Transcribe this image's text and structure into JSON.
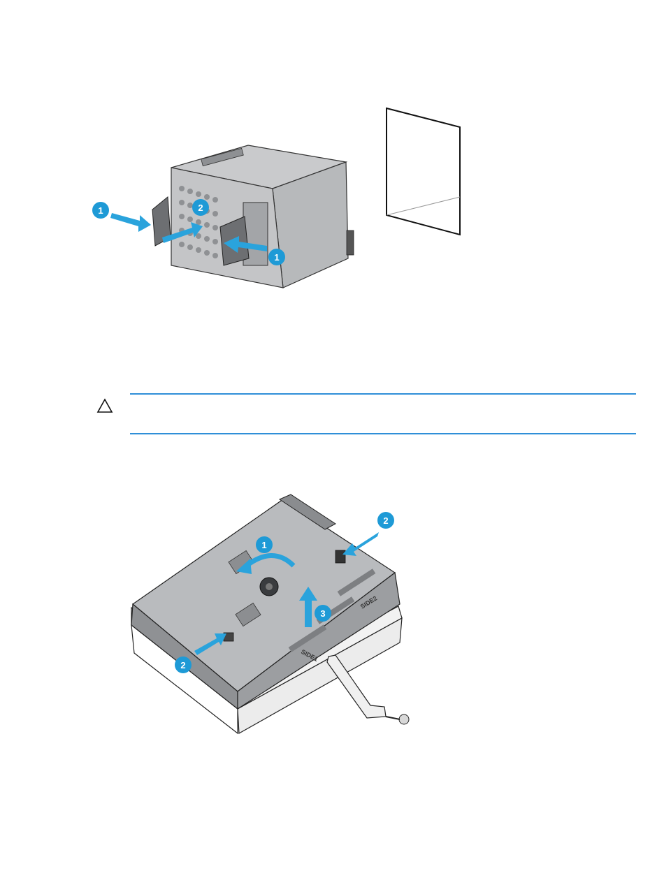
{
  "figure1": {
    "callouts": [
      "1",
      "2",
      "1"
    ]
  },
  "caution": {
    "icon": "warning-triangle-icon",
    "rule_color": "#2f8fd8"
  },
  "figure2": {
    "callouts": [
      "1",
      "2",
      "2",
      "3"
    ],
    "labels": [
      "SIDE1",
      "SIDE2"
    ]
  },
  "colors": {
    "callout": "#1e9ad6",
    "arrow": "#2aa3dc",
    "metal": "#a9abae",
    "metal_dark": "#6e7073",
    "line": "#222222"
  }
}
